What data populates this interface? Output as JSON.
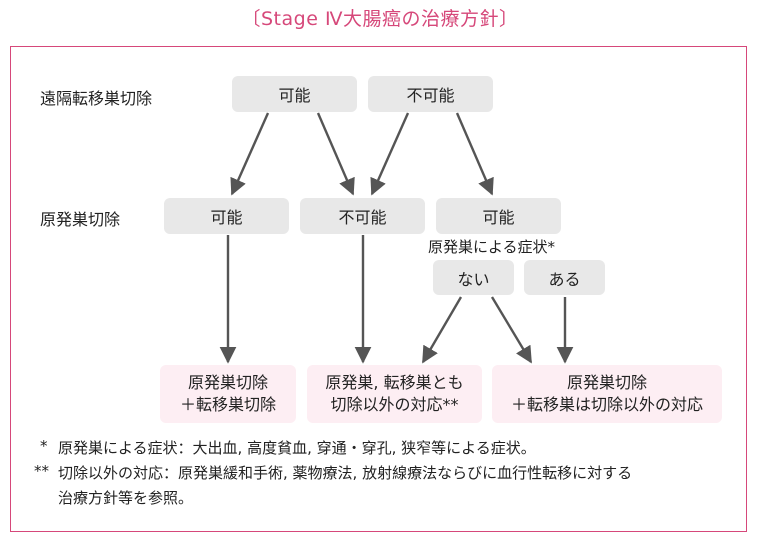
{
  "title": "〔Stage Ⅳ大腸癌の治療方針〕",
  "rows": {
    "distant_resection": "遠隔転移巣切除",
    "primary_resection": "原発巣切除"
  },
  "distant": {
    "possible": "可能",
    "impossible": "不可能"
  },
  "primary": {
    "possible_left": "可能",
    "impossible": "不可能",
    "possible_right": "可能"
  },
  "symptom": {
    "label": "原発巣による症状*",
    "none": "ない",
    "present": "ある"
  },
  "outcomes": {
    "a_line1": "原発巣切除",
    "a_line2": "＋転移巣切除",
    "b_line1": "原発巣, 転移巣とも",
    "b_line2": "切除以外の対応**",
    "c_line1": "原発巣切除",
    "c_line2": "＋転移巣は切除以外の対応"
  },
  "notes": {
    "mark1": "*",
    "note1": "原発巣による症状：大出血, 高度貧血, 穿通・穿孔, 狭窄等による症状。",
    "mark2": "**",
    "note2_line1": "切除以外の対応：原発巣緩和手術, 薬物療法, 放射線療法ならびに血行性転移に対する",
    "note2_line2": "治療方針等を参照。"
  },
  "colors": {
    "accent": "#d6487a",
    "gray_box": "#e8e8e8",
    "pink_box": "#fdeef3",
    "arrow": "#555555"
  }
}
